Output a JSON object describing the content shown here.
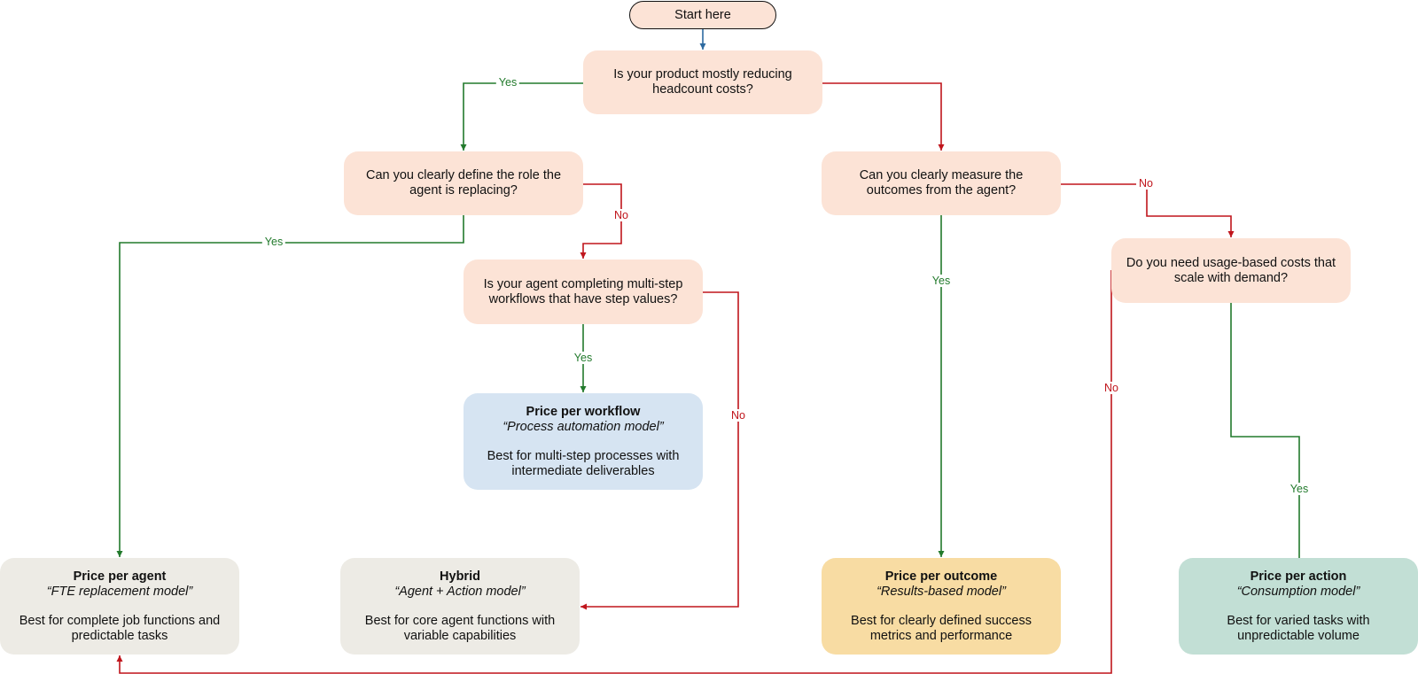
{
  "nodes": {
    "start": "Start here",
    "q_headcount": "Is your product mostly reducing headcount costs?",
    "q_role": "Can you clearly define the role the agent is replacing?",
    "q_measure": "Can you clearly measure the outcomes from the agent?",
    "q_workflow": "Is your agent completing multi-step workflows that have step values?",
    "q_usage": "Do you need usage-based costs that scale with demand?"
  },
  "results": {
    "workflow": {
      "title": "Price per workflow",
      "subtitle": "“Process automation model”",
      "desc": "Best for multi-step processes with intermediate deliverables"
    },
    "agent": {
      "title": "Price per agent",
      "subtitle": "“FTE replacement model”",
      "desc": "Best for complete job functions and predictable tasks"
    },
    "hybrid": {
      "title": "Hybrid",
      "subtitle": "“Agent + Action model”",
      "desc": "Best for core agent functions with variable capabilities"
    },
    "outcome": {
      "title": "Price per outcome",
      "subtitle": "“Results-based model”",
      "desc": "Best for clearly defined success metrics and performance"
    },
    "action": {
      "title": "Price per action",
      "subtitle": "“Consumption model”",
      "desc": "Best for varied tasks with unpredictable volume"
    }
  },
  "labels": {
    "yes": "Yes",
    "no": "No"
  },
  "colors": {
    "yes_line": "#227a2c",
    "no_line": "#c0151c",
    "start_line": "#2d6aa0"
  }
}
